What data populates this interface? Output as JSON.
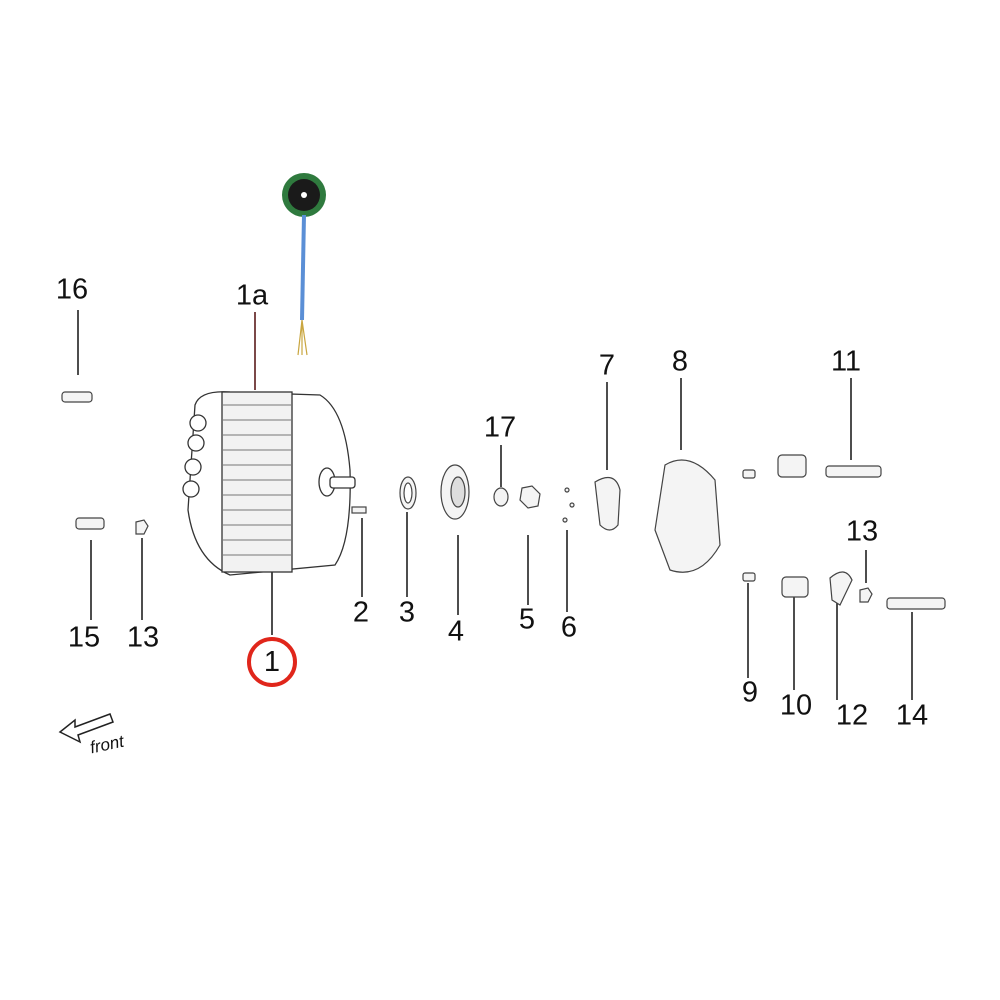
{
  "diagram": {
    "parts": [
      {
        "id": "p16",
        "label": "16"
      },
      {
        "id": "p1a",
        "label": "1a"
      },
      {
        "id": "p7",
        "label": "7"
      },
      {
        "id": "p8",
        "label": "8"
      },
      {
        "id": "p11",
        "label": "11"
      },
      {
        "id": "p17",
        "label": "17"
      },
      {
        "id": "p13r",
        "label": "13"
      },
      {
        "id": "p2",
        "label": "2"
      },
      {
        "id": "p3",
        "label": "3"
      },
      {
        "id": "p4",
        "label": "4"
      },
      {
        "id": "p5",
        "label": "5"
      },
      {
        "id": "p6",
        "label": "6"
      },
      {
        "id": "p15",
        "label": "15"
      },
      {
        "id": "p13l",
        "label": "13"
      },
      {
        "id": "p1",
        "label": "1"
      },
      {
        "id": "p9",
        "label": "9"
      },
      {
        "id": "p10",
        "label": "10"
      },
      {
        "id": "p12",
        "label": "12"
      },
      {
        "id": "p14",
        "label": "14"
      }
    ],
    "direction_label": "front",
    "highlight_color": "#e0261b"
  }
}
